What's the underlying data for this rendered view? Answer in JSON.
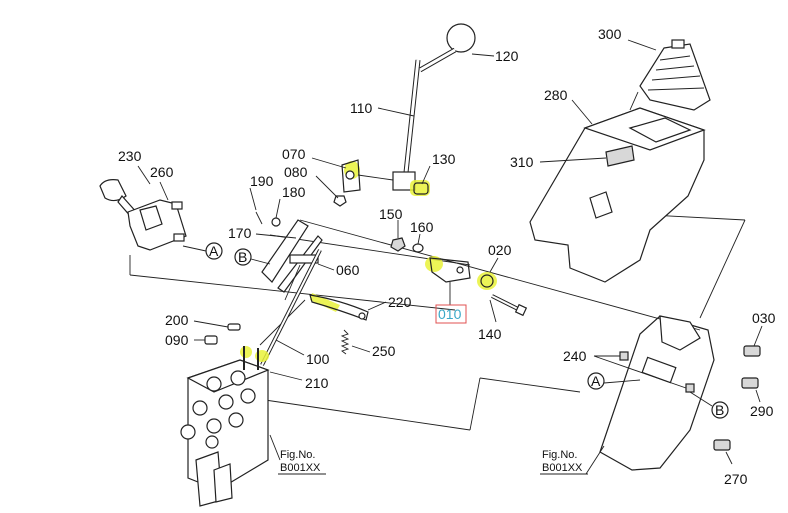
{
  "diagram": {
    "highlighted_part": "010",
    "highlight_color": "#e9f23a",
    "highlight_box_color": "#e05050",
    "highlight_text_color": "#3aa9c8",
    "figure_refs": [
      {
        "label": "Fig.No.",
        "code": "B001XX"
      },
      {
        "label": "Fig.No.",
        "code": "B001XX"
      }
    ],
    "connectors": [
      "A",
      "B",
      "A",
      "B"
    ],
    "part_labels": {
      "p010": "010",
      "p020": "020",
      "p030": "030",
      "p060": "060",
      "p070": "070",
      "p080": "080",
      "p090": "090",
      "p100": "100",
      "p110": "110",
      "p120": "120",
      "p130": "130",
      "p140": "140",
      "p150": "150",
      "p160": "160",
      "p170": "170",
      "p180": "180",
      "p190": "190",
      "p200": "200",
      "p210": "210",
      "p220": "220",
      "p230": "230",
      "p240": "240",
      "p250": "250",
      "p260": "260",
      "p270": "270",
      "p280": "280",
      "p290": "290",
      "p300": "300",
      "p310": "310"
    }
  }
}
